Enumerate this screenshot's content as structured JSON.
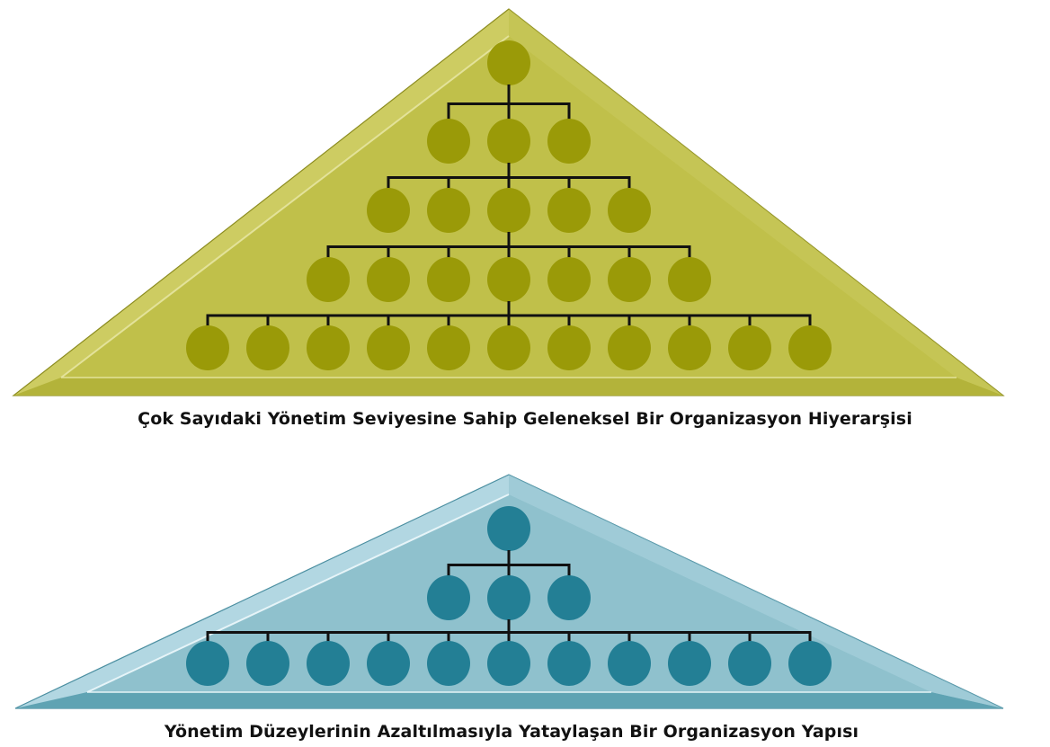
{
  "diagrams": [
    {
      "title": "Çok Sayıdaki Yönetim Seviyesine Sahip Geleneksel Bir Organizasyon Hiyerarşisi",
      "levels": [
        1,
        3,
        5,
        7,
        11
      ],
      "colors": {
        "outer": "#cdcc62",
        "inner": "#c0c04a",
        "bottom": "#b3b33a",
        "node": "#9a9a08",
        "edge": "#8c8c20",
        "highlight": "#e3e29a"
      }
    },
    {
      "title": "Yönetim Düzeylerinin Azaltılmasıyla Yataylaşan Bir Organizasyon Yapısı",
      "levels": [
        1,
        3,
        11
      ],
      "colors": {
        "outer": "#b2d7e2",
        "inner": "#8fc1cd",
        "bottom": "#5fa3b3",
        "node": "#237f95",
        "edge": "#4a8ea0",
        "highlight": "#e6f4f8"
      }
    }
  ]
}
